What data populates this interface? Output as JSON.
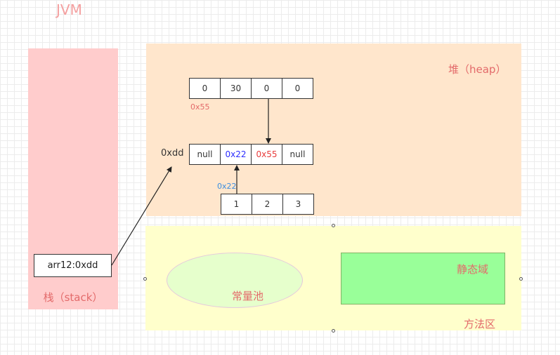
{
  "title": "JVM",
  "stack": {
    "label": "栈（stack）",
    "variable": "arr12:0xdd"
  },
  "heap": {
    "label": "堆（heap）",
    "array_top": {
      "address": "0x55",
      "cells": [
        "0",
        "30",
        "0",
        "0"
      ]
    },
    "array_mid": {
      "address": "0xdd",
      "cells": [
        "null",
        "0x22",
        "0x55",
        "null"
      ]
    },
    "array_bottom": {
      "address": "0x22",
      "cells": [
        "1",
        "2",
        "3"
      ]
    }
  },
  "method_area": {
    "label": "方法区",
    "constant_pool": "常量池",
    "static_area": "静态域"
  },
  "colors": {
    "stack_fill": "#ffcccc",
    "heap_fill": "#ffe6cc",
    "method_fill": "#ffffcc",
    "pool_fill": "#e6ffcc",
    "static_fill": "#99ff99",
    "label_red": "#e36a6a"
  }
}
